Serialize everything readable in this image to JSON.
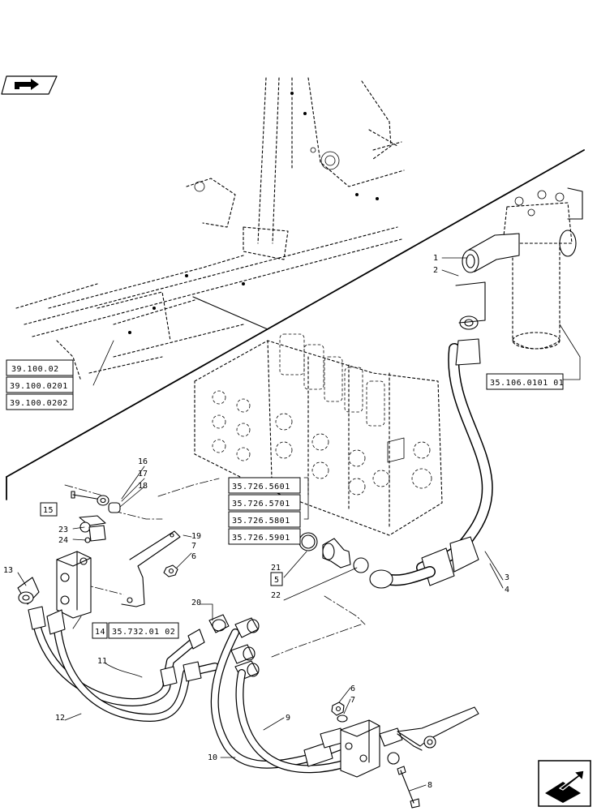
{
  "icons": {
    "top_nav": "back-arrow-icon",
    "bottom_nav": "next-page-icon"
  },
  "references": {
    "r39_100_02": "39.100.02",
    "r39_100_0201": "39.100.0201",
    "r39_100_0202": "39.100.0202",
    "r35_106_0101_01": "35.106.0101 01",
    "r35_726_5601": "35.726.5601",
    "r35_726_5701": "35.726.5701",
    "r35_726_5801": "35.726.5801",
    "r35_726_5901": "35.726.5901",
    "r35_732_01_02": "35.732.01 02"
  },
  "callouts": {
    "c1": "1",
    "c2": "2",
    "c3": "3",
    "c4": "4",
    "c5": "5",
    "c6a": "6",
    "c6b": "6",
    "c7a": "7",
    "c7b": "7",
    "c8": "8",
    "c9": "9",
    "c10": "10",
    "c11": "11",
    "c12": "12",
    "c13": "13",
    "c14": "14",
    "c15": "15",
    "c16": "16",
    "c17": "17",
    "c18": "18",
    "c19": "19",
    "c20": "20",
    "c21": "21",
    "c22": "22",
    "c23": "23",
    "c24": "24"
  }
}
